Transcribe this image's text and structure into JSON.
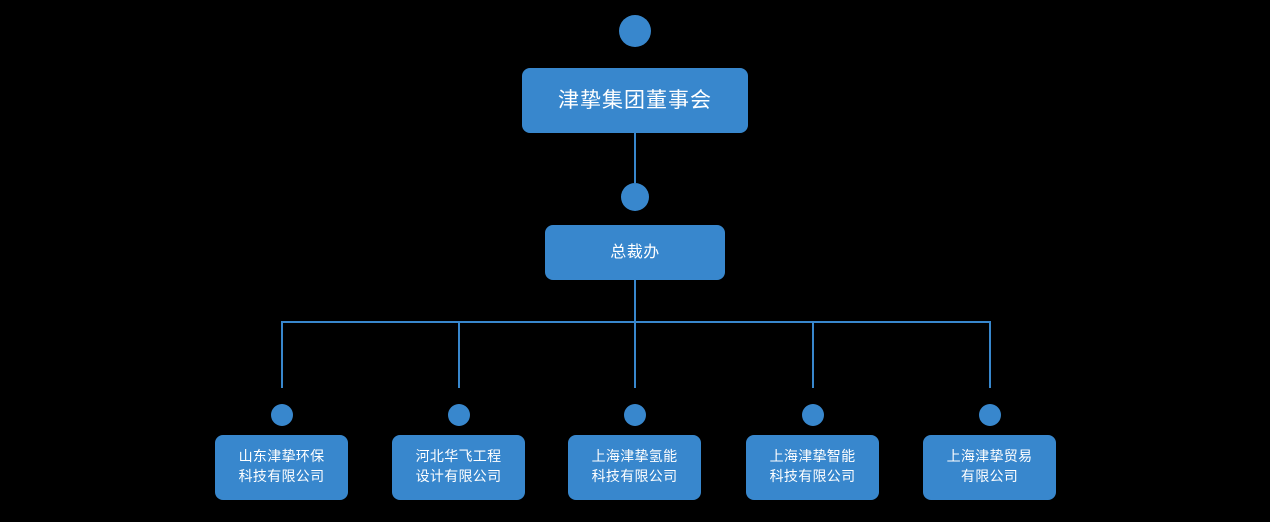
{
  "chart_data": {
    "type": "diagram",
    "diagram_kind": "organization-chart",
    "title": "",
    "orientation": "top-down",
    "background_color": "#000000",
    "node_color": "#3887cd",
    "connector_color": "#3887cd",
    "text_color": "#ffffff",
    "levels": 3,
    "nodes": [
      {
        "id": "root",
        "label": "津挚集团董事会",
        "level": 0,
        "parent": null
      },
      {
        "id": "mid",
        "label": "总裁办",
        "level": 1,
        "parent": "root"
      },
      {
        "id": "leaf-1",
        "label": "山东津挚环保\n科技有限公司",
        "level": 2,
        "parent": "mid"
      },
      {
        "id": "leaf-2",
        "label": "河北华飞工程\n设计有限公司",
        "level": 2,
        "parent": "mid"
      },
      {
        "id": "leaf-3",
        "label": "上海津挚氢能\n科技有限公司",
        "level": 2,
        "parent": "mid"
      },
      {
        "id": "leaf-4",
        "label": "上海津挚智能\n科技有限公司",
        "level": 2,
        "parent": "mid"
      },
      {
        "id": "leaf-5",
        "label": "上海津挚贸易\n有限公司",
        "level": 2,
        "parent": "mid"
      }
    ],
    "edges": [
      {
        "from": "root",
        "to": "mid"
      },
      {
        "from": "mid",
        "to": "leaf-1"
      },
      {
        "from": "mid",
        "to": "leaf-2"
      },
      {
        "from": "mid",
        "to": "leaf-3"
      },
      {
        "from": "mid",
        "to": "leaf-4"
      },
      {
        "from": "mid",
        "to": "leaf-5"
      }
    ]
  },
  "chart": {
    "root": {
      "label": "津挚集团董事会"
    },
    "mid": {
      "label": "总裁办"
    },
    "leaves": [
      {
        "label": "山东津挚环保\n科技有限公司"
      },
      {
        "label": "河北华飞工程\n设计有限公司"
      },
      {
        "label": "上海津挚氢能\n科技有限公司"
      },
      {
        "label": "上海津挚智能\n科技有限公司"
      },
      {
        "label": "上海津挚贸易\n有限公司"
      }
    ]
  }
}
